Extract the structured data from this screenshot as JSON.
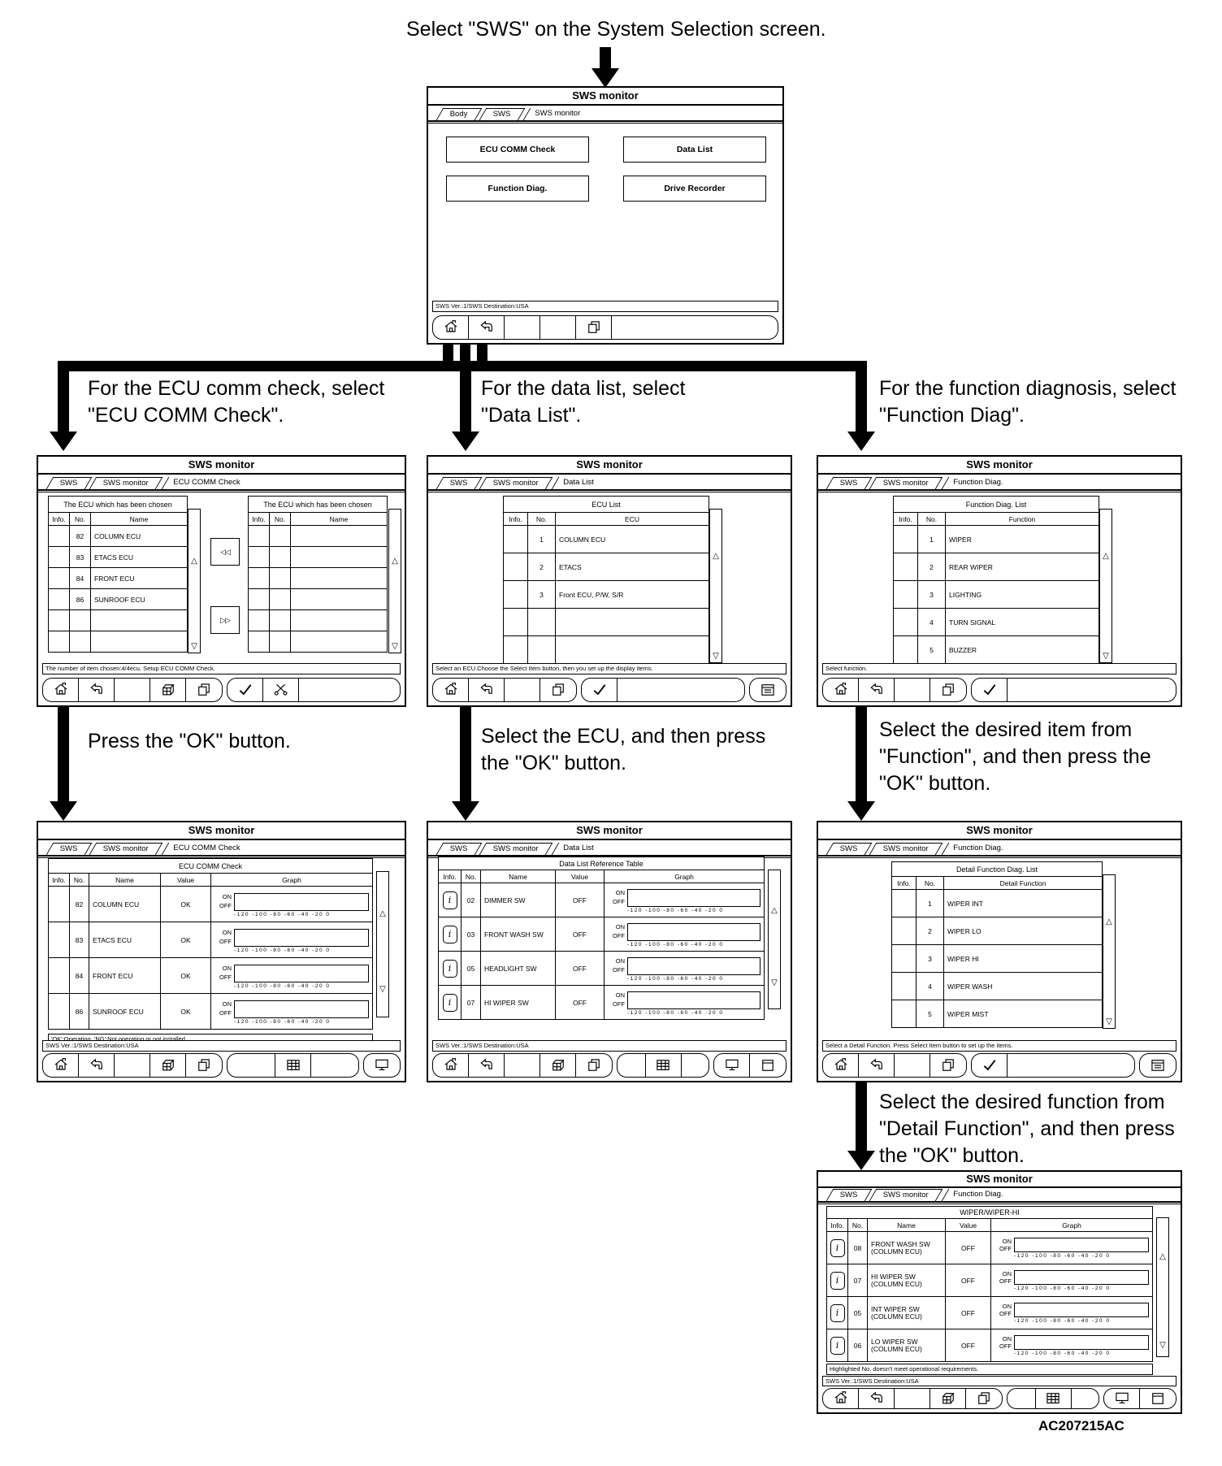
{
  "colors": {
    "ink": "#000000",
    "paper": "#ffffff"
  },
  "figure_code": "AC207215AC",
  "common": {
    "window_title": "SWS monitor",
    "status_version": "SWS Ver.:1/SWS Destination:USA",
    "col_info": "Info.",
    "col_no": "No.",
    "col_name": "Name",
    "col_value": "Value",
    "col_graph": "Graph",
    "on": "ON",
    "off": "OFF",
    "axis_text": "-120  -100   -80    -60    -40    -20      0",
    "tri_up": "△",
    "tri_down": "▽",
    "transfer_left": "◁◁",
    "transfer_right": "▷▷",
    "info_glyph": "i"
  },
  "icons": {
    "home": "home-icon",
    "return": "return-arrow-icon",
    "cube": "part-box-icon",
    "copy": "copy-pages-icon",
    "check": "ok-check-icon",
    "scissors": "cut-icon",
    "grid": "data-grid-icon",
    "monitor": "display-icon",
    "window": "window-icon",
    "list": "select-item-icon",
    "info": "info-icon",
    "scroll_up": "scroll-up-icon",
    "scroll_down": "scroll-down-icon"
  },
  "flow": {
    "top_instruction": "Select \"SWS\" on the System Selection screen.",
    "branch_left": [
      "For the ECU comm check, select",
      "\"ECU COMM Check\"."
    ],
    "branch_mid": [
      "For the data list, select",
      "\"Data List\"."
    ],
    "branch_right": [
      "For the function diagnosis, select",
      "\"Function Diag\"."
    ],
    "press_ok": "Press the \"OK\" button.",
    "select_ecu": [
      "Select the ECU, and then press",
      "the \"OK\" button."
    ],
    "select_item": [
      "Select the desired item from",
      "\"Function\", and then press the",
      "\"OK\" button."
    ],
    "select_detail": [
      "Select the desired function from",
      "\"Detail Function\", and then press",
      "the \"OK\" button."
    ]
  },
  "screen_main": {
    "tabs": [
      "Body",
      "SWS",
      "SWS monitor"
    ],
    "buttons": [
      "ECU COMM Check",
      "Data List",
      "Function Diag.",
      "Drive Recorder"
    ]
  },
  "screen_ecu_select": {
    "tabs": [
      "SWS",
      "SWS monitor",
      "ECU COMM Check"
    ],
    "chosen_title": "The ECU which has been chosen",
    "rows": [
      {
        "no": "82",
        "name": "COLUMN ECU"
      },
      {
        "no": "83",
        "name": "ETACS ECU"
      },
      {
        "no": "84",
        "name": "FRONT ECU"
      },
      {
        "no": "86",
        "name": "SUNROOF ECU"
      }
    ],
    "status": "The number of item chosen:4/4ecu. Setup ECU COMM Check."
  },
  "screen_ecu_list": {
    "tabs": [
      "SWS",
      "SWS monitor",
      "Data List"
    ],
    "table_title": "ECU List",
    "col_ecu": "ECU",
    "rows": [
      {
        "no": "1",
        "name": "COLUMN ECU"
      },
      {
        "no": "2",
        "name": "ETACS"
      },
      {
        "no": "3",
        "name": "Front ECU, P/W, S/R"
      }
    ],
    "status": "Select an ECU.Choose the Select Item button, then you set up the display items."
  },
  "screen_func_list": {
    "tabs": [
      "SWS",
      "SWS monitor",
      "Function Diag."
    ],
    "table_title": "Function Diag. List",
    "col_function": "Function",
    "rows": [
      {
        "no": "1",
        "name": "WIPER"
      },
      {
        "no": "2",
        "name": "REAR WIPER"
      },
      {
        "no": "3",
        "name": "LIGHTING"
      },
      {
        "no": "4",
        "name": "TURN SIGNAL"
      },
      {
        "no": "5",
        "name": "BUZZER"
      }
    ],
    "status": "Select function."
  },
  "screen_ecu_check": {
    "tabs": [
      "SWS",
      "SWS monitor",
      "ECU COMM Check"
    ],
    "table_title": "ECU COMM Check",
    "rows": [
      {
        "no": "82",
        "name": "COLUMN ECU",
        "value": "OK"
      },
      {
        "no": "83",
        "name": "ETACS ECU",
        "value": "OK"
      },
      {
        "no": "84",
        "name": "FRONT ECU",
        "value": "OK"
      },
      {
        "no": "86",
        "name": "SUNROOF ECU",
        "value": "OK"
      }
    ],
    "note": "'OK':Operating, 'NG':Not operating or not installed."
  },
  "screen_data_list": {
    "tabs": [
      "SWS",
      "SWS monitor",
      "Data List"
    ],
    "table_title": "Data List Reference Table",
    "rows": [
      {
        "no": "02",
        "name": "DIMMER SW",
        "value": "OFF"
      },
      {
        "no": "03",
        "name": "FRONT WASH SW",
        "value": "OFF"
      },
      {
        "no": "05",
        "name": "HEADLIGHT SW",
        "value": "OFF"
      },
      {
        "no": "07",
        "name": "HI WIPER SW",
        "value": "OFF"
      }
    ]
  },
  "screen_detail_list": {
    "tabs": [
      "SWS",
      "SWS monitor",
      "Function Diag."
    ],
    "table_title": "Detail Function Diag. List",
    "col_detail": "Detail Function",
    "rows": [
      {
        "no": "1",
        "name": "WIPER INT"
      },
      {
        "no": "2",
        "name": "WIPER LO"
      },
      {
        "no": "3",
        "name": "WIPER HI"
      },
      {
        "no": "4",
        "name": "WIPER WASH"
      },
      {
        "no": "5",
        "name": "WIPER MIST"
      }
    ],
    "status": "Select a Detail Function. Press Select Item button to set up the items."
  },
  "screen_wiper_hi": {
    "tabs": [
      "SWS",
      "SWS monitor",
      "Function Diag."
    ],
    "table_title": "WIPER/WIPER-HI",
    "rows": [
      {
        "no": "08",
        "name": "FRONT WASH SW\n(COLUMN ECU)",
        "value": "OFF"
      },
      {
        "no": "07",
        "name": "HI WIPER SW\n(COLUMN ECU)",
        "value": "OFF"
      },
      {
        "no": "05",
        "name": "INT WIPER SW\n(COLUMN ECU)",
        "value": "OFF"
      },
      {
        "no": "06",
        "name": "LO WIPER SW\n(COLUMN ECU)",
        "value": "OFF"
      }
    ],
    "note": "Highlighted No. doesn't meet operational requirements."
  }
}
